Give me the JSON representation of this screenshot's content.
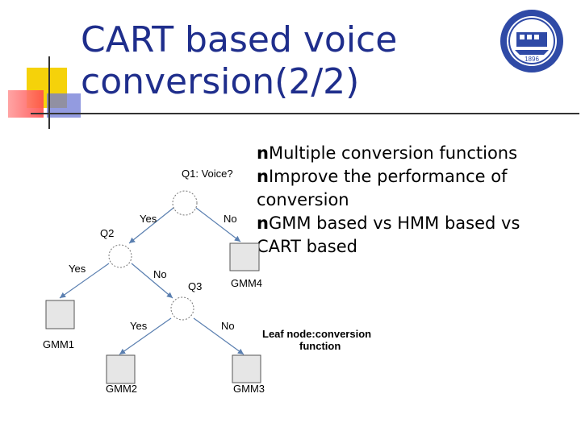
{
  "slide": {
    "title_line1": "CART based voice",
    "title_line2": "conversion(2/2)",
    "bullet_marker": "n",
    "bullets": [
      "Multiple conversion functions",
      "Improve the performance of conversion",
      "GMM based vs HMM based vs CART based"
    ],
    "bullet_lines": [
      {
        "marker": "n",
        "text": "Multiple conversion functions"
      },
      {
        "marker": "n",
        "text": "Improve the performance of"
      },
      {
        "marker": "",
        "text": "conversion"
      },
      {
        "marker": "n",
        "text": "GMM based vs HMM based vs"
      },
      {
        "marker": "",
        "text": "CART based"
      }
    ]
  },
  "logo": {
    "icon": "university-seal-icon",
    "text": "1896"
  },
  "diagram": {
    "q1": "Q1: Voice?",
    "q2": "Q2",
    "q3": "Q3",
    "yes": "Yes",
    "no": "No",
    "leaves": [
      "GMM1",
      "GMM2",
      "GMM3",
      "GMM4"
    ],
    "leaf_note_line1": "Leaf node:conversion",
    "leaf_note_line2": "function",
    "colors": {
      "arrow": "#5a7fb0",
      "leaf_fill": "#e6e6e6",
      "leaf_stroke": "#555555"
    }
  },
  "colors": {
    "title": "#1f2e8c",
    "deco_yellow": "#f5d20a",
    "deco_red": "#ff5a5a",
    "deco_blue": "#6f79d6"
  }
}
